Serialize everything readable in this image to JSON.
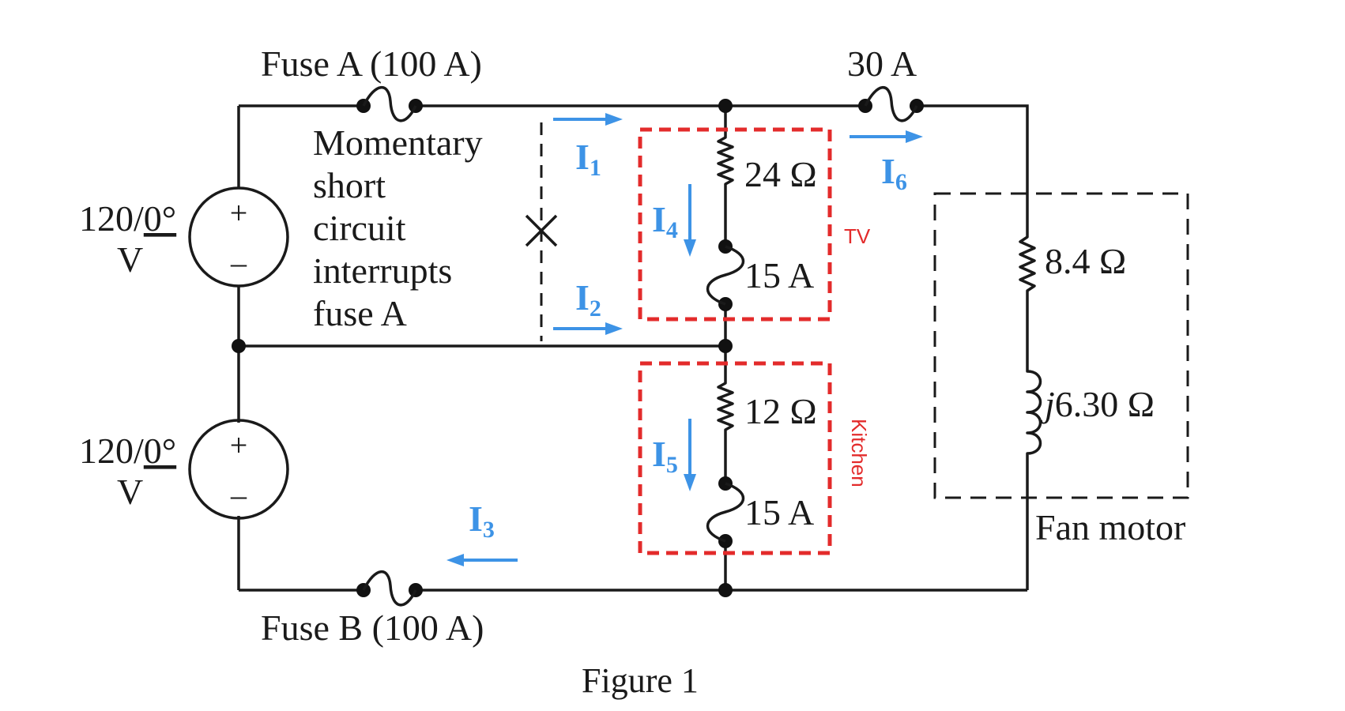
{
  "labels": {
    "fuse_a": "Fuse A (100 A)",
    "fuse_b": "Fuse B (100 A)",
    "fuse_30": "30 A",
    "note_lines": [
      "Momentary",
      "short",
      "circuit",
      "interrupts",
      "fuse A"
    ],
    "source_top_mag": "120/",
    "source_top_angle": "0°",
    "source_top_unit": "V",
    "source_bottom_mag": "120/",
    "source_bottom_angle": "0°",
    "source_bottom_unit": "V",
    "plus": "+",
    "minus": "–",
    "r_tv": "24 Ω",
    "fuse_tv": "15 A",
    "r_kitchen": "12 Ω",
    "fuse_kitchen": "15 A",
    "r_fan": "8.4 Ω",
    "x_fan_j": "j",
    "x_fan_val": "6.30 Ω",
    "fan_motor": "Fan motor",
    "tv": "TV",
    "kitchen": "Kitchen",
    "figure": "Figure 1"
  },
  "currents": [
    {
      "id": "I1",
      "letter": "I",
      "sub": "1"
    },
    {
      "id": "I2",
      "letter": "I",
      "sub": "2"
    },
    {
      "id": "I3",
      "letter": "I",
      "sub": "3"
    },
    {
      "id": "I4",
      "letter": "I",
      "sub": "4"
    },
    {
      "id": "I5",
      "letter": "I",
      "sub": "5"
    },
    {
      "id": "I6",
      "letter": "I",
      "sub": "6"
    }
  ],
  "colors": {
    "wire": "#1a1a1a",
    "current_arrow": "#3d93e6",
    "group_box": "#e32b2b"
  }
}
